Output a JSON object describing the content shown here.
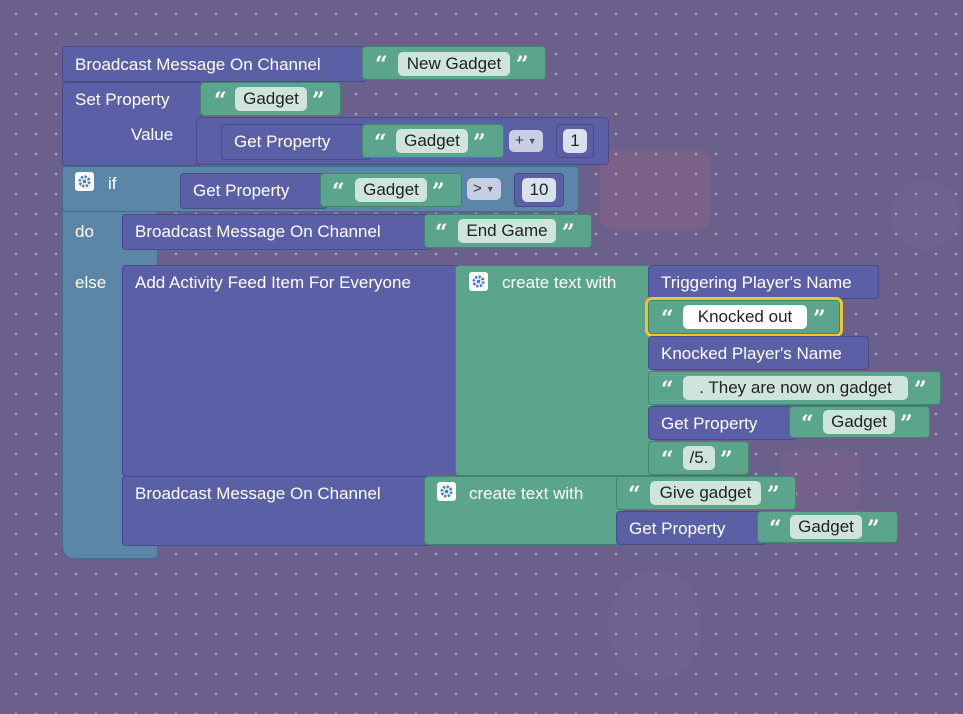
{
  "workspace": {
    "background": "#6b5f8c",
    "colors": {
      "action_block": "#5a5fa6",
      "text_block": "#5ba58c",
      "control_block": "#5b86a8",
      "selection": "#f4c430"
    }
  },
  "blocks": {
    "b1": {
      "label": "Broadcast Message On Channel",
      "text": "New Gadget"
    },
    "b2": {
      "label": "Set Property",
      "text": "Gadget",
      "value_label": "Value",
      "get_label": "Get Property",
      "get_text": "Gadget",
      "op": "+",
      "num": "1"
    },
    "b3": {
      "if_label": "if",
      "do_label": "do",
      "else_label": "else",
      "cond": {
        "get_label": "Get Property",
        "text": "Gadget",
        "op": ">",
        "num": "10"
      },
      "do_block": {
        "label": "Broadcast Message On Channel",
        "text": "End Game"
      },
      "else_feed": {
        "label": "Add Activity Feed Item For Everyone",
        "create_label": "create text with",
        "item1": "Triggering Player's Name",
        "item2": "Knocked out",
        "item3": "Knocked Player's Name",
        "item4": ". They are now on gadget",
        "item5_label": "Get Property",
        "item5_text": "Gadget",
        "item6": "/5."
      },
      "else_broadcast": {
        "label": "Broadcast Message On Channel",
        "create_label": "create text with",
        "item1": "Give gadget",
        "item2_label": "Get Property",
        "item2_text": "Gadget"
      }
    }
  },
  "icons": {
    "mutator": "gear-icon",
    "dropdown": "triangle-down-icon"
  },
  "glyphs": {
    "open_quote": "“",
    "close_quote": "”",
    "dropdown_arrow": "▼"
  }
}
